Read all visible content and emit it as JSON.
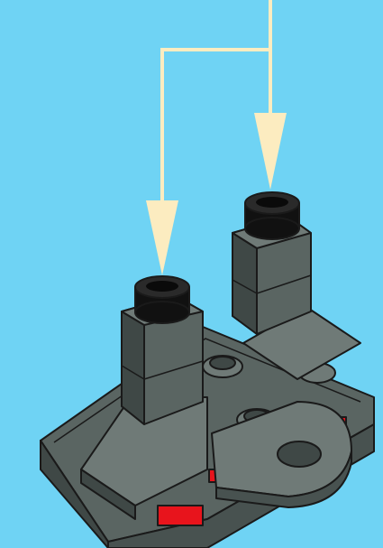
{
  "scene": {
    "description_label": "",
    "colors": {
      "background": "#6fd3f4",
      "arrow": "#fcecc0",
      "brick_dark": "#3f4846",
      "brick_mid": "#5a6562",
      "brick_light": "#6f7a77",
      "stud_black": "#111111",
      "accent_red": "#e8141c"
    },
    "arrows": {
      "count": 2,
      "direction": "down"
    },
    "parts": [
      {
        "name": "dark-gray-plate-base"
      },
      {
        "name": "left-pillar-with-slope"
      },
      {
        "name": "right-pillar-with-slope"
      },
      {
        "name": "round-plate-hole"
      },
      {
        "name": "black-round-stud-left"
      },
      {
        "name": "black-round-stud-right"
      }
    ]
  }
}
